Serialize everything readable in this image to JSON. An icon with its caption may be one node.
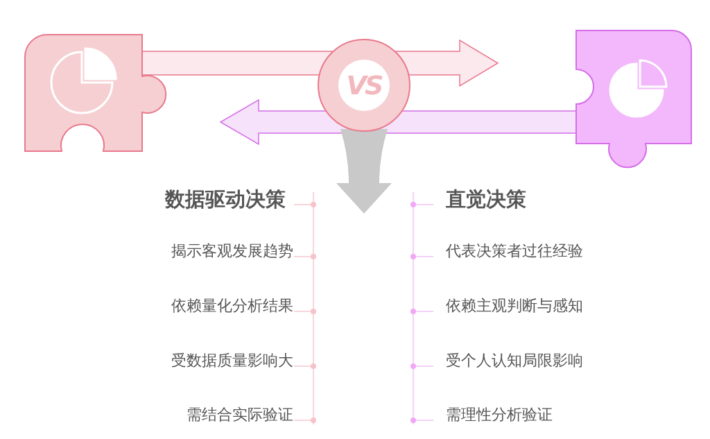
{
  "diagram": {
    "nodes": [
      {
        "text": [],
        "shape": "puzzle"
      },
      {
        "text": [
          "VS"
        ]
      },
      {
        "text": [],
        "shape": "puzzle"
      }
    ],
    "edges": [
      {
        "from": 0,
        "to": null,
        "arrow": "to",
        "color": "#e8788c"
      },
      {
        "from": 2,
        "to": null,
        "arrow": "to",
        "color": "#d46ee8"
      },
      {
        "from": 1,
        "to": null,
        "arrow": "to",
        "color": "#c9c9c9"
      }
    ],
    "labels": [
      "数据驱动决策",
      "揭示客观发展趋势",
      "依赖量化分析结果",
      "受数据质量影响大",
      "需结合实际验证",
      "直觉决策",
      "代表决策者过往经验",
      "依赖主观判断与感知",
      "受个人认知局限影响",
      "需理性分析验证"
    ]
  }
}
